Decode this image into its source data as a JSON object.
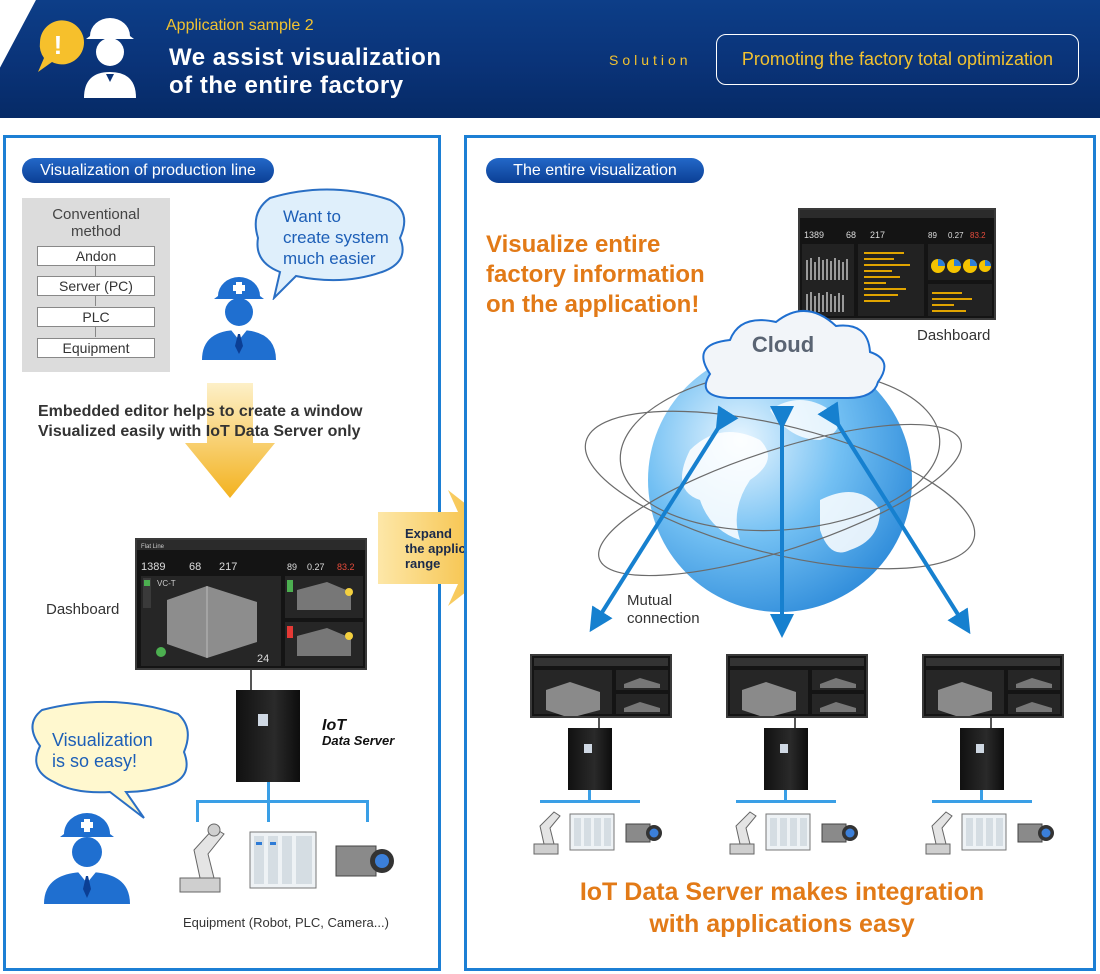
{
  "header": {
    "sample_label": "Application sample 2",
    "title_line1": "We assist visualization",
    "title_line2": "of the entire factory",
    "solution_label": "Solution",
    "promo_label": "Promoting the factory total optimization"
  },
  "left": {
    "pill": "Visualization of production line",
    "conventional": {
      "title_line1": "Conventional",
      "title_line2": "method",
      "items": [
        "Andon",
        "Server (PC)",
        "PLC",
        "Equipment"
      ]
    },
    "bubble_top": {
      "line1": "Want to",
      "line2": "create system",
      "line3": "much easier"
    },
    "embedded_line1": "Embedded editor helps to create a window",
    "embedded_line2": "Visualized easily with IoT Data Server only",
    "dashboard_label": "Dashboard",
    "iot_label_line1": "IoT",
    "iot_label_line2": "Data Server",
    "bubble_bottom": {
      "line1": "Visualization",
      "line2": "is so easy!"
    },
    "equipment_caption": "Equipment (Robot, PLC, Camera...)"
  },
  "expand": {
    "line1": "Expand",
    "line2": "the application",
    "line3": "range"
  },
  "right": {
    "pill": "The entire visualization",
    "headline_line1": "Visualize entire",
    "headline_line2": "factory information",
    "headline_line3": "on the application!",
    "dashboard_label": "Dashboard",
    "cloud_label": "Cloud",
    "mutual_line1": "Mutual",
    "mutual_line2": "connection",
    "footer_line1": "IoT Data Server makes integration",
    "footer_line2": "with applications easy"
  },
  "dashboard_screen": {
    "app_title": "Flat Line",
    "machine": "VC-T",
    "stats": [
      "1389",
      "68",
      "217",
      "89",
      "0.27",
      "83.2"
    ],
    "tact_value": "24"
  },
  "colors": {
    "accent_blue": "#1c7fd4",
    "header_blue": "#0a3378",
    "gold": "#f2c230",
    "orange": "#e27a17",
    "bubble_text": "#1d5fb7"
  }
}
